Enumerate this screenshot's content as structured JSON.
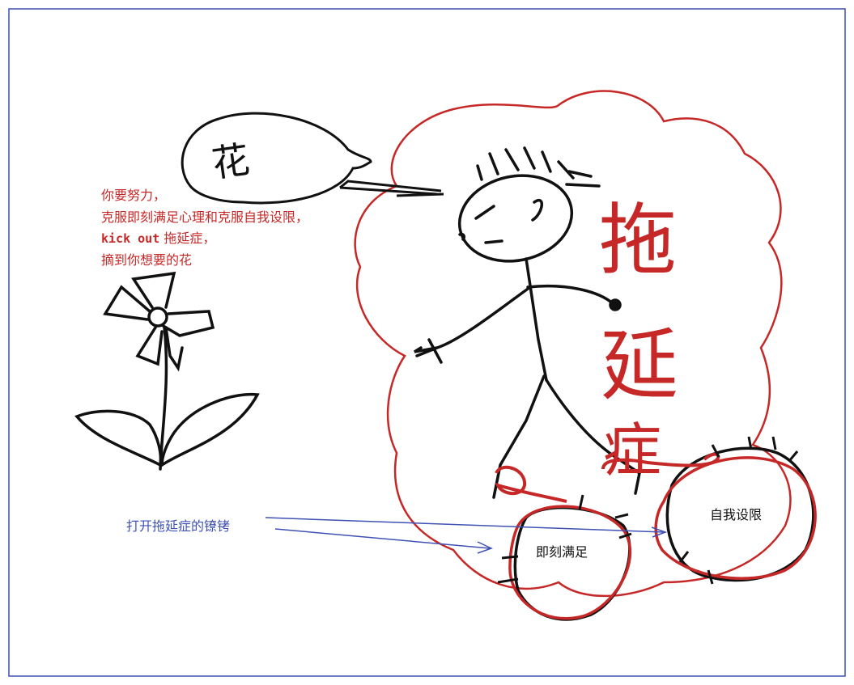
{
  "bubble_text": "花",
  "procrastination_label": [
    "拖",
    "延",
    "症"
  ],
  "note_lines": {
    "line1": "你要努力，",
    "line2": "克服即刻满足心理和克服自我设限，",
    "line3_en": "kick out",
    "line3_zh": " 拖延症，",
    "line4": "摘到你想要的花"
  },
  "ball_instant": "即刻满足",
  "ball_selflimit": "自我设限",
  "shackle_label": "打开拖延症的镣铐",
  "colors": {
    "ink": "#111111",
    "red": "#c62828",
    "blue": "#3f51b5",
    "frame": "#3f51b5"
  }
}
